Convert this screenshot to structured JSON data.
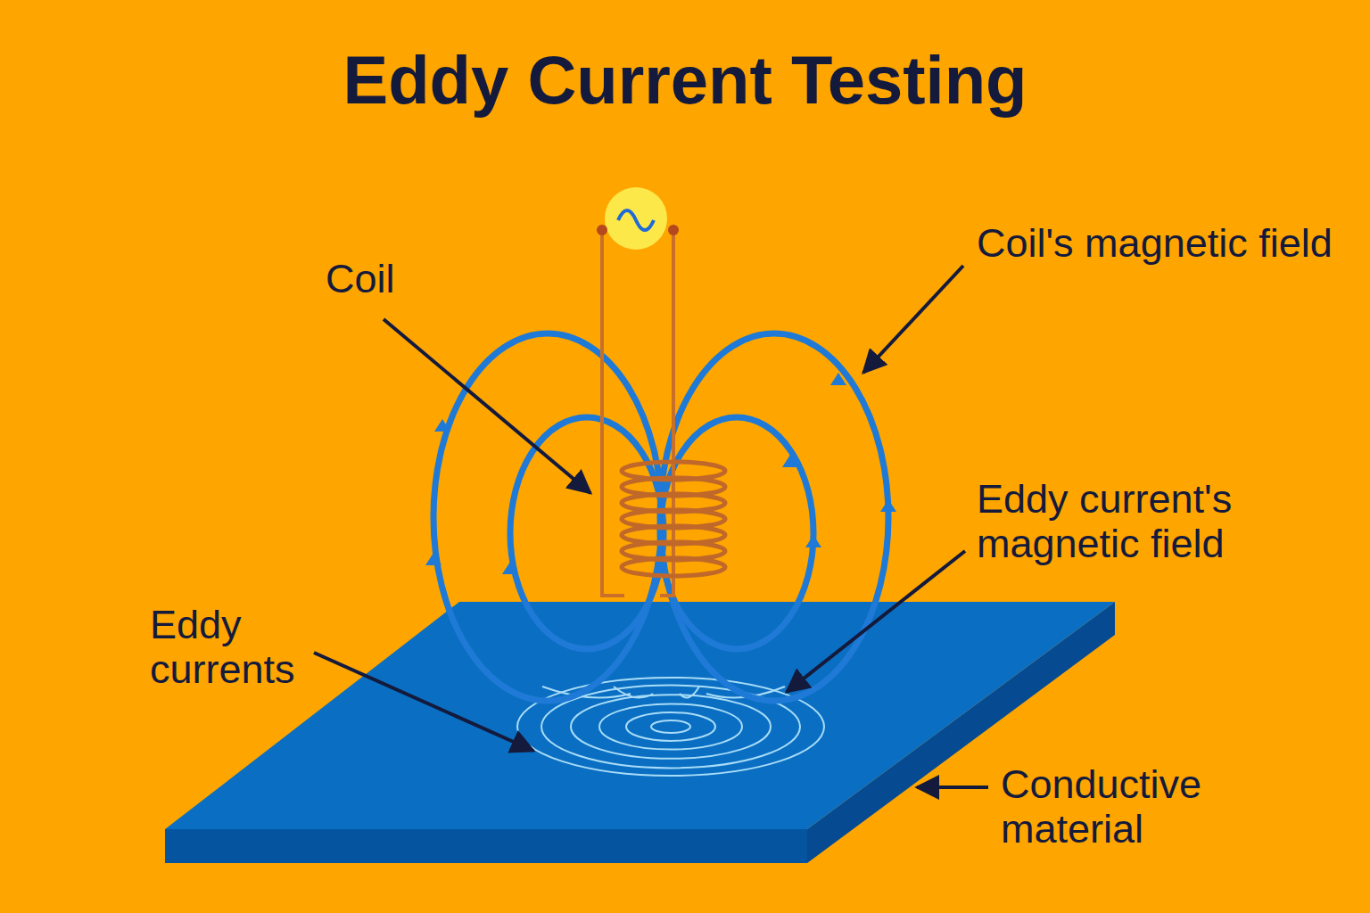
{
  "diagram": {
    "title": "Eddy Current Testing",
    "labels": [
      "Coil",
      "Coil's magnetic field",
      "Eddy current's magnetic field",
      "Eddy currents",
      "Conductive material"
    ]
  }
}
